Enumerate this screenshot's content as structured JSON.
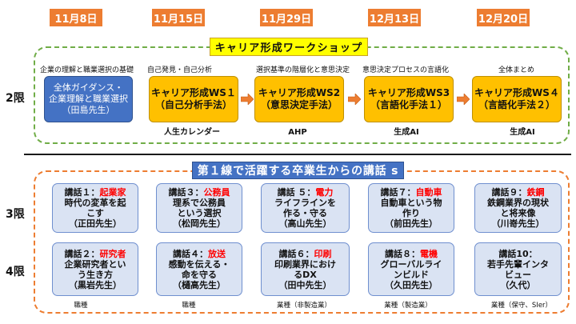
{
  "dates": [
    "11月8日",
    "11月15日",
    "11月29日",
    "12月13日",
    "12月20日"
  ],
  "periods": [
    "2限",
    "3限",
    "4限"
  ],
  "workshop": {
    "title": "キャリア形成ワークショップ",
    "sessions": [
      {
        "topic": "企業の理解と職業選択の基礎",
        "lines": [
          "全体ガイダンス・",
          "企業理解と職業選択",
          "（田島先生）"
        ]
      },
      {
        "topic": "自己発見・自己分析",
        "lines": [
          "キャリア形成WS１",
          "（自己分析手法）"
        ],
        "tool": "人生カレンダー"
      },
      {
        "topic": "選択基準の階層化と意思決定",
        "lines": [
          "キャリア形成WS2",
          "（意思決定手法）"
        ],
        "tool": "AHP"
      },
      {
        "topic": "意思決定プロセスの言語化",
        "lines": [
          "キャリア形成WS3",
          "（言語化手法１）"
        ],
        "tool": "生成AI"
      },
      {
        "topic": "全体まとめ",
        "lines": [
          "キャリア形成WS４",
          "（言語化手法２）"
        ],
        "tool": "生成AI"
      }
    ]
  },
  "talks": {
    "title": "第１線で活躍する卒業生からの講話 s",
    "period3": [
      {
        "label": "講話１：",
        "field": "起業家",
        "desc": [
          "時代の変革を起",
          "こす"
        ],
        "speaker": "（正田先生）"
      },
      {
        "label": "講話３：",
        "field": "公務員",
        "desc": [
          "理系で公務員",
          "という選択"
        ],
        "speaker": "（松岡先生）"
      },
      {
        "label": "講話 ５：",
        "field": "電力",
        "desc": [
          "ライフラインを",
          "作る・守る"
        ],
        "speaker": "（高山先生）"
      },
      {
        "label": "講話７：",
        "field": "自動車",
        "desc": [
          "自動車という物",
          "作り"
        ],
        "speaker": "（前田先生）"
      },
      {
        "label": "講話９：",
        "field": "鉄鋼",
        "desc": [
          "鉄鋼業界の現状",
          "と将来像"
        ],
        "speaker": "（川嵜先生）"
      }
    ],
    "period4": [
      {
        "label": "講話２：",
        "field": "研究者",
        "desc": [
          "企業研究者とい",
          "う生き方"
        ],
        "speaker": "（黒岩先生）"
      },
      {
        "label": "講話４：",
        "field": "放送",
        "desc": [
          "感動を伝える・",
          "命を守る"
        ],
        "speaker": "（樋高先生）"
      },
      {
        "label": "講話６：",
        "field": "印刷",
        "desc": [
          "印刷業界におけ",
          "るDX"
        ],
        "speaker": "（田中先生）"
      },
      {
        "label": "講話８：",
        "field": "電機",
        "desc": [
          "グローバルライ",
          "ンビルド"
        ],
        "speaker": "（久田先生）"
      },
      {
        "label": "講話10：",
        "desc": [
          "若手先輩インタ",
          "ビュー"
        ],
        "speaker": "（久代）"
      }
    ],
    "categories": [
      "職種",
      "職種",
      "業種（非製造業）",
      "業種（製造業）",
      "業種（保守、SIer）"
    ]
  },
  "icons": {
    "flow_arrow": "right-arrow-icon"
  },
  "colors": {
    "date_fill": "#ED7D31",
    "workshop_frame": "#70AD47",
    "workshop_title_fill": "#FFFF00",
    "guidance_fill": "#4472C4",
    "workshop_fill": "#FFC000",
    "arrow": "#ED7D31",
    "talks_frame": "#ED7D31",
    "talks_title_fill": "#4472C4",
    "talk_fill": "#DAE3F3",
    "field_highlight": "#FF0000"
  }
}
